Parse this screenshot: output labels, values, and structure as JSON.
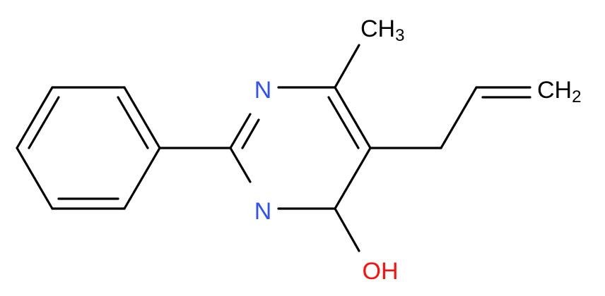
{
  "molecule": {
    "atoms": {
      "n_top": {
        "text": "N",
        "color": "#3050F8"
      },
      "n_bottom": {
        "text": "N",
        "color": "#3050F8"
      },
      "oh": {
        "text": "OH",
        "color": "#FF0D0D"
      },
      "ch3": {
        "text": "CH",
        "sub": "3",
        "color": "#000000"
      },
      "ch2": {
        "text": "CH",
        "sub": "2",
        "color": "#000000"
      }
    },
    "bond_color": "#000000"
  }
}
